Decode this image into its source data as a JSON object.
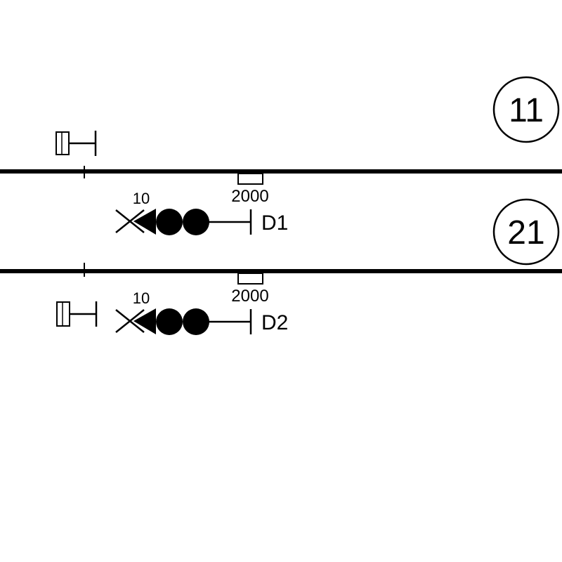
{
  "tracks": [
    {
      "number": "11"
    },
    {
      "number": "21"
    }
  ],
  "signals": [
    {
      "name": "D1",
      "speed": "10",
      "distance": "2000"
    },
    {
      "name": "D2",
      "speed": "10",
      "distance": "2000"
    }
  ],
  "colors": {
    "ink": "#000000",
    "background": "#ffffff"
  }
}
